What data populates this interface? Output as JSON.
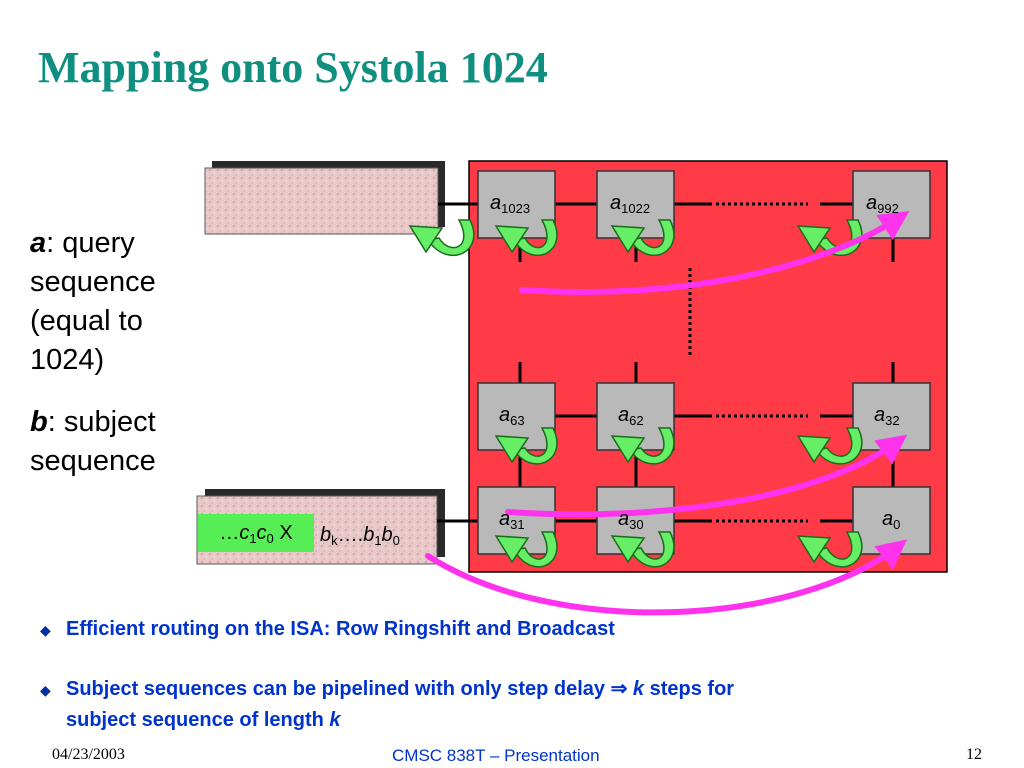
{
  "slide": {
    "title": "Mapping onto Systola 1024",
    "desc": {
      "a_var": "a",
      "a_text_1": ": query",
      "a_text_2": "sequence",
      "a_text_3": "(equal to",
      "a_text_4": "1024)",
      "b_var": "b",
      "b_text_1": ": subject",
      "b_text_2": "sequence"
    },
    "cells": {
      "r1c1": {
        "base": "a",
        "sub": "1023"
      },
      "r1c2": {
        "base": "a",
        "sub": "1022"
      },
      "r1c3": {
        "base": "a",
        "sub": "992"
      },
      "r2c1": {
        "base": "a",
        "sub": "63"
      },
      "r2c2": {
        "base": "a",
        "sub": "62"
      },
      "r2c3": {
        "base": "a",
        "sub": "32"
      },
      "r3c1": {
        "base": "a",
        "sub": "31"
      },
      "r3c2": {
        "base": "a",
        "sub": "30"
      },
      "r3c3": {
        "base": "a",
        "sub": "0"
      }
    },
    "green_box": {
      "prefix": "…",
      "c": "c",
      "sub1": "1",
      "sub0": "0",
      "suffix": " X"
    },
    "b_seq": {
      "b": "b",
      "k": "k",
      "dots": "….",
      "sub1": "1",
      "sub0": "0"
    },
    "bullets": [
      {
        "text": "Efficient routing on the ISA: Row Ringshift and Broadcast"
      },
      {
        "pre": "Subject sequences can be pipelined with only step delay ",
        "arrow": "⇒",
        "k": " k",
        "mid": " steps for",
        "line2": "subject sequence of length ",
        "k2": "k"
      }
    ],
    "footer": {
      "date": "04/23/2003",
      "center": "CMSC 838T – Presentation",
      "page": "12"
    },
    "colors": {
      "title": "#0f8f7f",
      "array_bg": "#ff3b47",
      "cell": "#b9b9b9",
      "arrow_green": "#66ee66",
      "path_magenta": "#ff33ee",
      "bullet_text": "#0033cc"
    }
  }
}
